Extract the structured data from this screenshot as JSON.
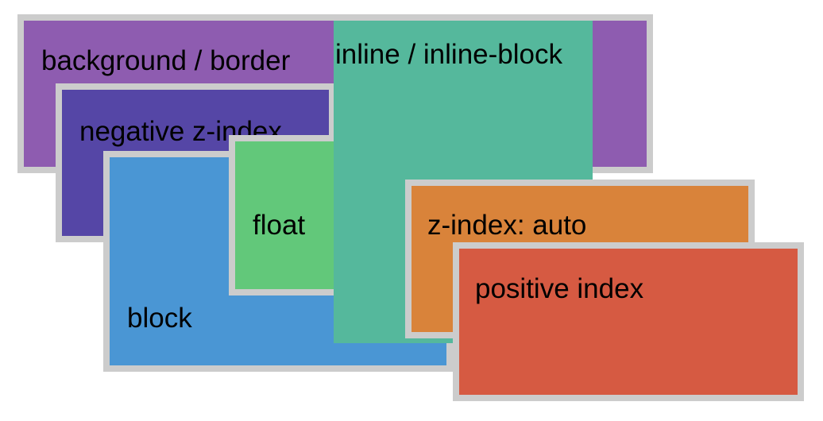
{
  "layers": {
    "background": {
      "label": "background / border",
      "color": "#8e5cb0"
    },
    "negative": {
      "label": "negative z-index",
      "color": "#5546a6"
    },
    "block": {
      "label": "block",
      "color": "#4a96d4"
    },
    "float": {
      "label": "float",
      "color": "#62c87a"
    },
    "inline": {
      "label": "inline / inline-block",
      "color": "#55b89c"
    },
    "auto": {
      "label": "z-index: auto",
      "color": "#d9833a"
    },
    "positive": {
      "label": "positive index",
      "color": "#d65a42"
    }
  },
  "border_color": "#cccccc"
}
